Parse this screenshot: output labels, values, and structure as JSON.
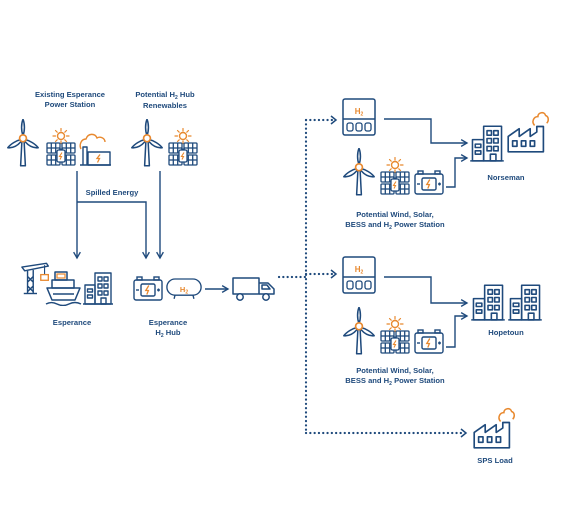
{
  "colors": {
    "navy": "#1f4a7c",
    "orange": "#e8892f",
    "background": "#ffffff"
  },
  "labels": {
    "existing_esperance": {
      "line1": "Existing Esperance",
      "line2": "Power Station"
    },
    "potential_hub": {
      "line1_pre": "Potential H",
      "line1_sub": "2",
      "line1_post": " Hub",
      "line2": "Renewables"
    },
    "spilled_energy": "Spilled Energy",
    "esperance": "Esperance",
    "esperance_hub": {
      "line1": "Esperance",
      "line2_pre": "H",
      "line2_sub": "2",
      "line2_post": " Hub"
    },
    "norseman": "Norseman",
    "hopetoun": "Hopetoun",
    "sps_load": "SPS Load",
    "power_station_top": {
      "line1": "Potential Wind, Solar,",
      "line2_pre": "BESS and H",
      "line2_sub": "2",
      "line2_post": " Power Station"
    },
    "power_station_bottom": {
      "line1": "Potential Wind, Solar,",
      "line2_pre": "BESS and H",
      "line2_sub": "2",
      "line2_post": " Power Station"
    }
  },
  "icon_text": {
    "h2_tank": "H",
    "h2_sub": "2",
    "h2_box": "H",
    "h2_box_sub": "2"
  },
  "icons": [
    "wind-turbine-icon",
    "solar-panel-icon",
    "sun-icon",
    "battery-icon",
    "power-station-icon",
    "crane-icon",
    "ship-icon",
    "building-icon",
    "factory-icon",
    "h2-tank-icon",
    "truck-icon",
    "fuel-cell-icon",
    "arrow-icon",
    "dotted-connector"
  ]
}
